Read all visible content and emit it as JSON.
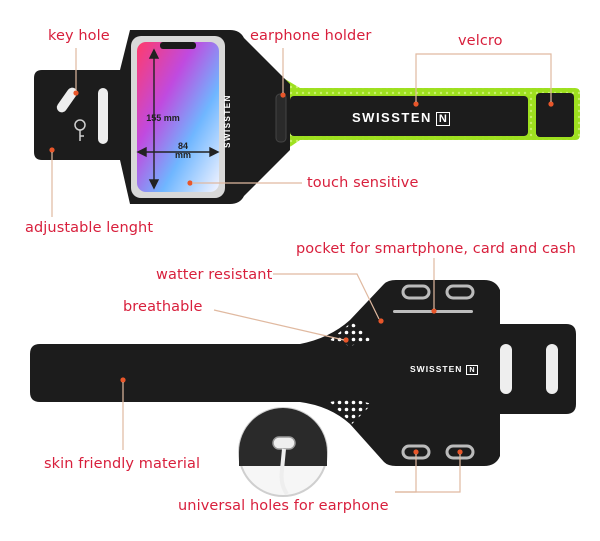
{
  "labels": {
    "key_hole": "key hole",
    "earphone_holder": "earphone holder",
    "velcro": "velcro",
    "touch_sensitive": "touch sensitive",
    "adjustable_length": "adjustable lenght",
    "pocket": "pocket for smartphone, card and cash",
    "water_resistant": "watter resistant",
    "breathable": "breathable",
    "skin_friendly": "skin friendly material",
    "universal_holes": "universal holes for earphone"
  },
  "dimensions": {
    "height": "155 mm",
    "width_value": "84",
    "width_unit": "mm"
  },
  "brand": {
    "name": "SWISSTEN",
    "logo_letter": "N"
  },
  "colors": {
    "label_red": "#d81f3c",
    "leader_line": "#e0b9a0",
    "band_black": "#1c1c1c",
    "accent_green": "#9ee01f",
    "marker_orange": "#e8562a"
  }
}
